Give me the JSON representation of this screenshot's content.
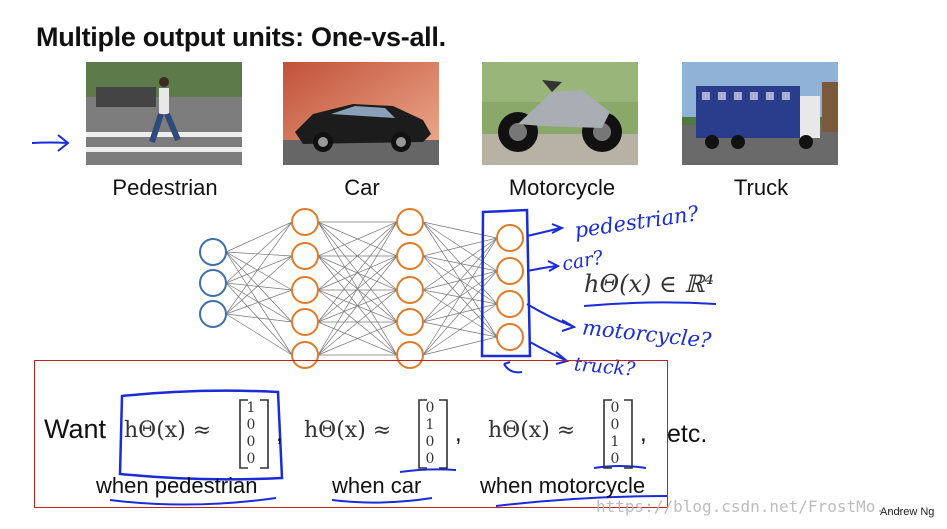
{
  "slide": {
    "title": "Multiple output units: One-vs-all.",
    "images": [
      {
        "caption": "Pedestrian",
        "icon": "pedestrian-photo"
      },
      {
        "caption": "Car",
        "icon": "car-photo"
      },
      {
        "caption": "Motorcycle",
        "icon": "motorcycle-photo"
      },
      {
        "caption": "Truck",
        "icon": "truck-photo"
      }
    ],
    "network": {
      "layers": [
        3,
        5,
        5,
        4
      ],
      "input_color": "#3f6fa9",
      "hidden_color": "#e07b28"
    },
    "hypothesis": "hΘ(x) ∈ ℝ⁴",
    "handwritten": {
      "outputs": [
        "pedestrian?",
        "car?",
        "motorcycle?",
        "truck?"
      ],
      "color": "#1a2bd8"
    },
    "want": {
      "label": "Want",
      "expr": "hΘ(x) ≈",
      "vectors": [
        [
          "1",
          "0",
          "0",
          "0"
        ],
        [
          "0",
          "1",
          "0",
          "0"
        ],
        [
          "0",
          "0",
          "1",
          "0"
        ]
      ],
      "conditions": [
        "when pedestrian",
        "when car",
        "when motorcycle"
      ],
      "etc": "etc."
    },
    "watermark": "https://blog.csdn.net/FrostMo...",
    "credit": "Andrew Ng"
  }
}
